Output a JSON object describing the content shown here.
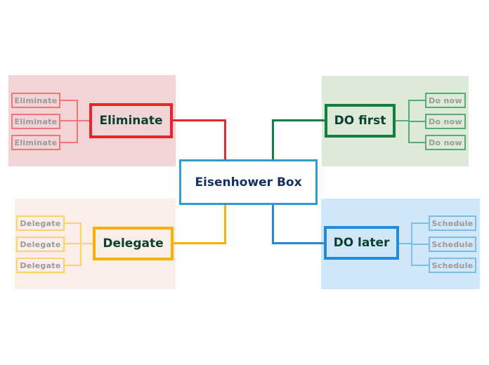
{
  "diagram": {
    "center": {
      "label": "Eisenhower Box",
      "border_color": "#3598d6",
      "text_color": "#16305e",
      "fill": "#ffffff"
    },
    "quadrants": [
      {
        "name": "eliminate",
        "label": "Eliminate",
        "panel_color": "#f2d4d6",
        "accent_color": "#e8252d",
        "sub_border_color": "#f0767c",
        "label_color": "#0c4030",
        "children": [
          "Eliminate",
          "Eliminate",
          "Eliminate"
        ]
      },
      {
        "name": "do-first",
        "label": "DO first",
        "panel_color": "#dcead7",
        "accent_color": "#108040",
        "sub_border_color": "#58ab77",
        "label_color": "#0c4030",
        "children": [
          "Do now",
          "Do now",
          "Do now"
        ]
      },
      {
        "name": "delegate",
        "label": "Delegate",
        "panel_color": "#fbeee9",
        "accent_color": "#f9b000",
        "sub_border_color": "#ffd166",
        "label_color": "#0c4030",
        "children": [
          "Delegate",
          "Delegate",
          "Delegate"
        ]
      },
      {
        "name": "do-later",
        "label": "DO later",
        "panel_color": "#cfe7f8",
        "accent_color": "#2589d5",
        "sub_border_color": "#7bbde8",
        "label_color": "#0c4030",
        "children": [
          "Schedule",
          "Schedule",
          "Schedule"
        ]
      }
    ],
    "sub_text_color": "#9a9a9a"
  }
}
